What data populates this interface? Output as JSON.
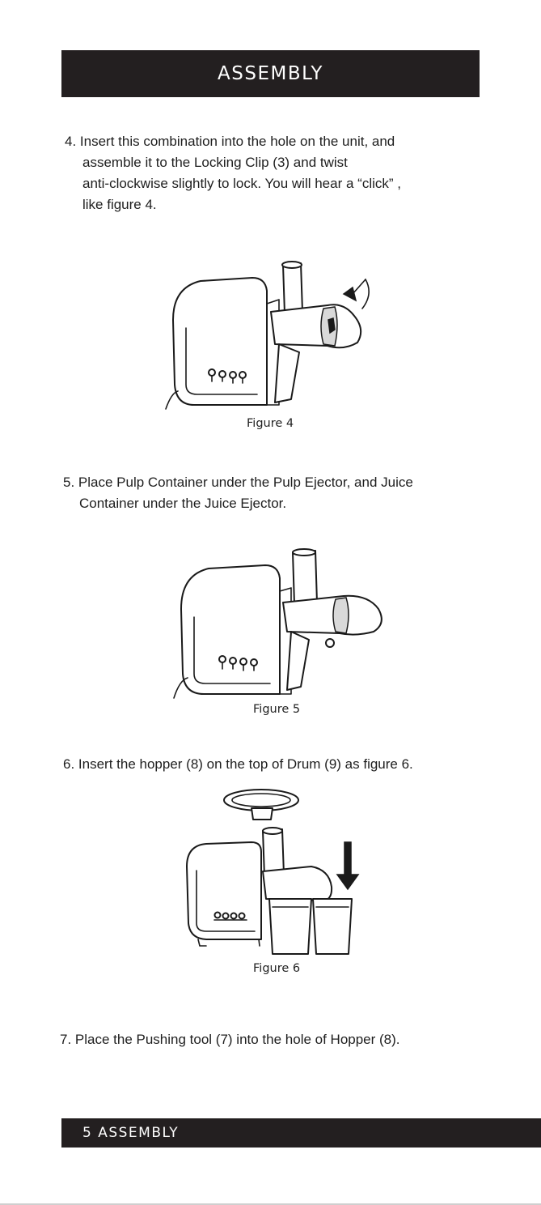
{
  "header": {
    "title": "ASSEMBLY"
  },
  "steps": [
    {
      "lines": [
        "4. Insert this combination into the hole on the unit, and",
        "assemble it to the Locking Clip (3) and twist",
        "anti-clockwise slightly to lock. You will hear a “click” ,",
        "like figure 4."
      ]
    },
    {
      "lines": [
        "5. Place Pulp Container under the Pulp Ejector, and Juice",
        "Container under the Juice Ejector."
      ]
    },
    {
      "lines": [
        "6. Insert the hopper (8) on the top of Drum (9) as figure 6."
      ]
    },
    {
      "lines": [
        "7. Place the Pushing tool (7) into the hole of Hopper (8)."
      ]
    }
  ],
  "figures": [
    {
      "caption": "Figure 4",
      "icon": "juicer-drum-lock-illustration"
    },
    {
      "caption": "Figure 5",
      "icon": "juicer-assembled-illustration"
    },
    {
      "caption": "Figure 6",
      "icon": "juicer-hopper-containers-illustration"
    }
  ],
  "footer": {
    "page_label": "5 ASSEMBLY"
  },
  "colors": {
    "bar": "#231f20",
    "bar_text": "#ffffff",
    "text": "#1e1e1e"
  }
}
